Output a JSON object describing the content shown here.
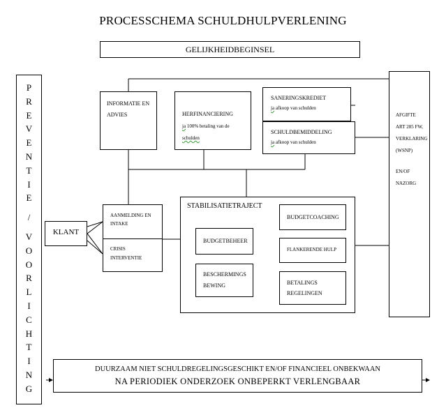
{
  "title": "PROCESSCHEMA SCHULDHULPVERLENING",
  "banner": "GELIJKHEIDBEGINSEL",
  "left_column": [
    "P",
    "R",
    "E",
    "V",
    "E",
    "N",
    "T",
    "I",
    "E",
    "/",
    "V",
    "O",
    "O",
    "R",
    "L",
    "I",
    "C",
    "H",
    "T",
    "I",
    "N",
    "G"
  ],
  "boxes": {
    "informatie": {
      "line1": "INFORMATIE EN",
      "line2": "ADVIES"
    },
    "herfinanciering": {
      "title": "HERFINANCIERING",
      "sub1_u": "ja",
      "sub1_rest": " 100% betaling van de",
      "sub2": "schulden"
    },
    "saneringskrediet": {
      "title": "SANERINGSKREDIET",
      "sub_u": "ja",
      "sub_rest": " afkoop van schulden"
    },
    "schuldbemiddeling": {
      "title": "SCHULDBEMIDDELING",
      "sub_u": "ja",
      "sub_rest": " afkoop van schulden"
    },
    "klant": "KLANT",
    "aanmelding": {
      "line1": "AANMELDING EN",
      "line2": "INTAKE"
    },
    "crisis": {
      "line1": "CRISIS",
      "line2": "INTERVENTIE"
    },
    "stabilisatie": "STABILISATIETRAJECT",
    "budgetbeheer": "BUDGETBEHEER",
    "beschermings": {
      "line1": "BESCHERMINGS",
      "line2": "BEWING"
    },
    "budgetcoaching": "BUDGETCOACHING",
    "flankerende": "FLANKERENDE HULP",
    "betalings": {
      "line1": "BETALINGS",
      "line2": "REGELINGEN"
    },
    "afgifte": {
      "l1": "AFGIFTE",
      "l2": "ART 285 FW,",
      "l3": "VERKLARING",
      "l4": "(WSNP)",
      "l5": "EN/OF",
      "l6": "NAZORG"
    }
  },
  "bottom": {
    "line1": "DUURZAAM NIET SCHULDREGELINGSGESCHIKT EN/OF FINANCIEEL ONBEKWAAN",
    "line2": "NA PERIODIEK ONDERZOEK ONBEPERKT VERLENGBAAR"
  },
  "colors": {
    "line": "#000000",
    "squiggle": "#3a9a3a"
  }
}
